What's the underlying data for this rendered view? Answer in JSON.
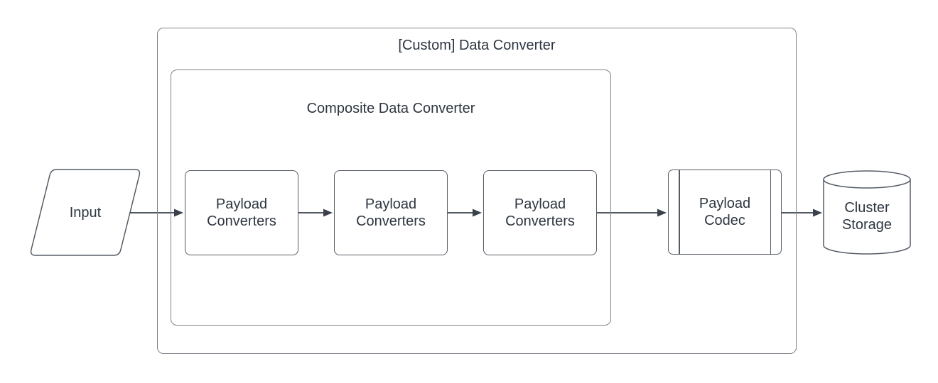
{
  "diagram": {
    "background": "#ffffff",
    "colors": {
      "text": "#2d3640",
      "shape_border": "#565c66",
      "container_border": "#7d828a",
      "arrow": "#3a414c"
    },
    "outer_container": {
      "label": "[Custom] Data Converter"
    },
    "inner_container": {
      "label": "Composite Data Converter"
    },
    "nodes": {
      "input": {
        "label": "Input",
        "shape": "parallelogram"
      },
      "payload_converters": [
        {
          "label": "Payload Converters",
          "shape": "rounded-rectangle"
        },
        {
          "label": "Payload Converters",
          "shape": "rounded-rectangle"
        },
        {
          "label": "Payload Converters",
          "shape": "rounded-rectangle"
        }
      ],
      "payload_codec": {
        "label": "Payload Codec",
        "shape": "predefined-process"
      },
      "cluster_storage": {
        "label": "Cluster Storage",
        "shape": "cylinder"
      }
    },
    "edges": [
      {
        "from": "input",
        "to": "payload_converters_1"
      },
      {
        "from": "payload_converters_1",
        "to": "payload_converters_2"
      },
      {
        "from": "payload_converters_2",
        "to": "payload_converters_3"
      },
      {
        "from": "payload_converters_3",
        "to": "payload_codec"
      },
      {
        "from": "payload_codec",
        "to": "cluster_storage"
      }
    ]
  }
}
